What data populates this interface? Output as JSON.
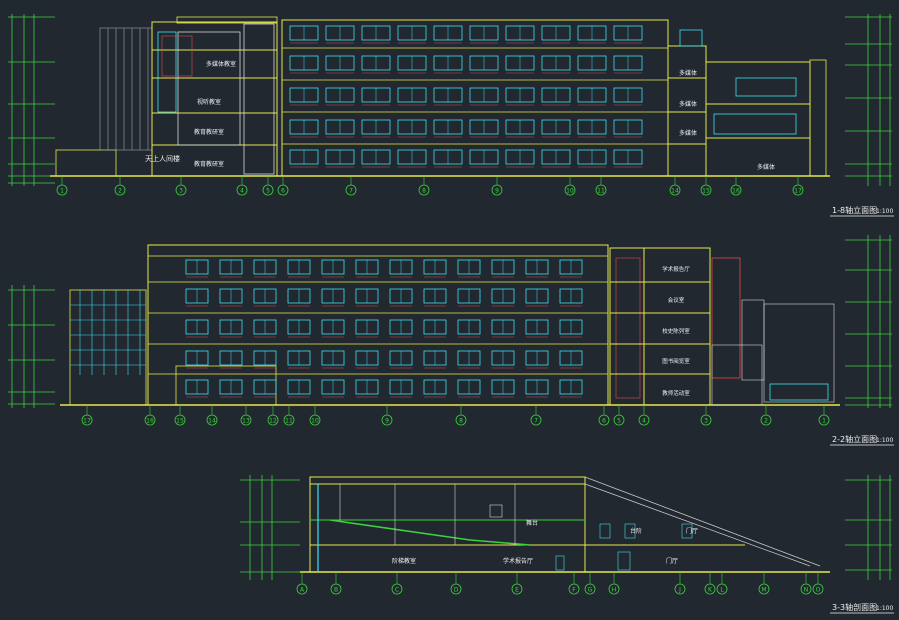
{
  "colors": {
    "background": "#212830",
    "outline": "#e8e84a",
    "window": "#3fe0f0",
    "grid_axis": "#3cd23c",
    "dimension": "#3cd23c",
    "wall": "#d8d8d8",
    "stair": "#e04848",
    "label": "#f0f0f0",
    "roof_slope": "#c8c8c8"
  },
  "elevations": [
    {
      "title": "1-8轴立面图",
      "scale": "1:100",
      "axes": [
        "1",
        "2",
        "3",
        "4",
        "5",
        "6",
        "7",
        "8",
        "9",
        "10",
        "11",
        "14",
        "15",
        "16",
        "17"
      ],
      "rooms": [
        "多媒体教室",
        "视听教室",
        "教育教研室",
        "教育教研室",
        "多媒体",
        "多媒体",
        "多媒体",
        "多媒体"
      ],
      "bottom_label": "天上人间楼"
    },
    {
      "title": "2-2轴立面图",
      "scale": "1:100",
      "axes": [
        "17",
        "16",
        "15",
        "14",
        "13",
        "12",
        "11",
        "10",
        "9",
        "8",
        "7",
        "6",
        "5",
        "4",
        "3",
        "2",
        "1"
      ],
      "rooms": [
        "学术报告厅",
        "会议室",
        "校史陈列室",
        "图书阅览室",
        "教师活动室"
      ]
    },
    {
      "title": "3-3轴剖面图",
      "scale": "1:100",
      "axes": [
        "A",
        "B",
        "C",
        "D",
        "E",
        "F",
        "G",
        "H",
        "J",
        "K",
        "L",
        "M",
        "N",
        "O"
      ],
      "rooms": [
        "舞台",
        "阶梯教室",
        "学术报告厅",
        "台阶",
        "门厅",
        "门厅"
      ]
    }
  ]
}
